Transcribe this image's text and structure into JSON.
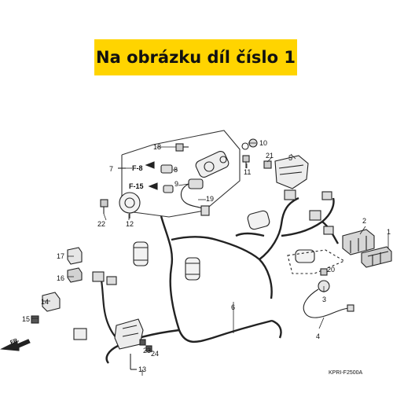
{
  "banner": {
    "text": "Na obrázku díl číslo 1",
    "color": "#ffd400"
  },
  "callouts": {
    "n1": "1",
    "n2": "2",
    "n3": "3",
    "n4": "4",
    "n5": "5",
    "n6": "6",
    "n7": "7",
    "n8": "8",
    "n9": "9",
    "n10": "10",
    "n11": "11",
    "n12": "12",
    "n13": "13",
    "n14": "14",
    "n15": "15",
    "n16": "16",
    "n17": "17",
    "n18": "18",
    "n19": "19",
    "n20": "20",
    "n21": "21",
    "n22": "22",
    "n23": "23",
    "n24": "24"
  },
  "refs": {
    "f8": "F-8",
    "f15": "F-15"
  },
  "direction_label": "FR.",
  "diagram_code": "KPRI-F2500A"
}
